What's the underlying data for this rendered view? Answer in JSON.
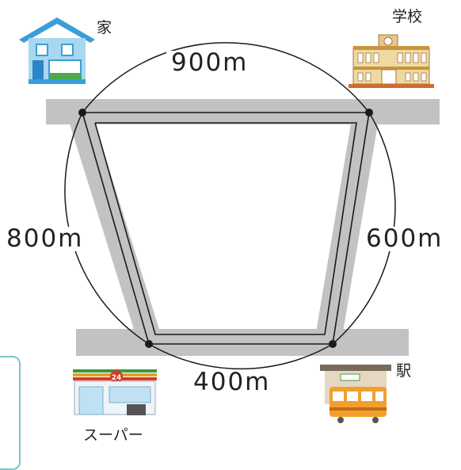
{
  "distances": {
    "home_to_school": "900m",
    "home_to_supermarket": "800m",
    "school_to_station": "600m",
    "supermarket_to_station": "400m"
  },
  "places": {
    "home": "家",
    "school": "学校",
    "station": "駅",
    "supermarket": "スーパー",
    "store_badge": "24"
  },
  "colors": {
    "road": "#c2c2c2",
    "route_line": "#1a1a1a",
    "panel_border": "#7cc4cc",
    "house_wall": "#a8d8f0",
    "house_roof": "#3b9ed8",
    "school_wall": "#f0d9a0",
    "train_body": "#f0a030"
  }
}
